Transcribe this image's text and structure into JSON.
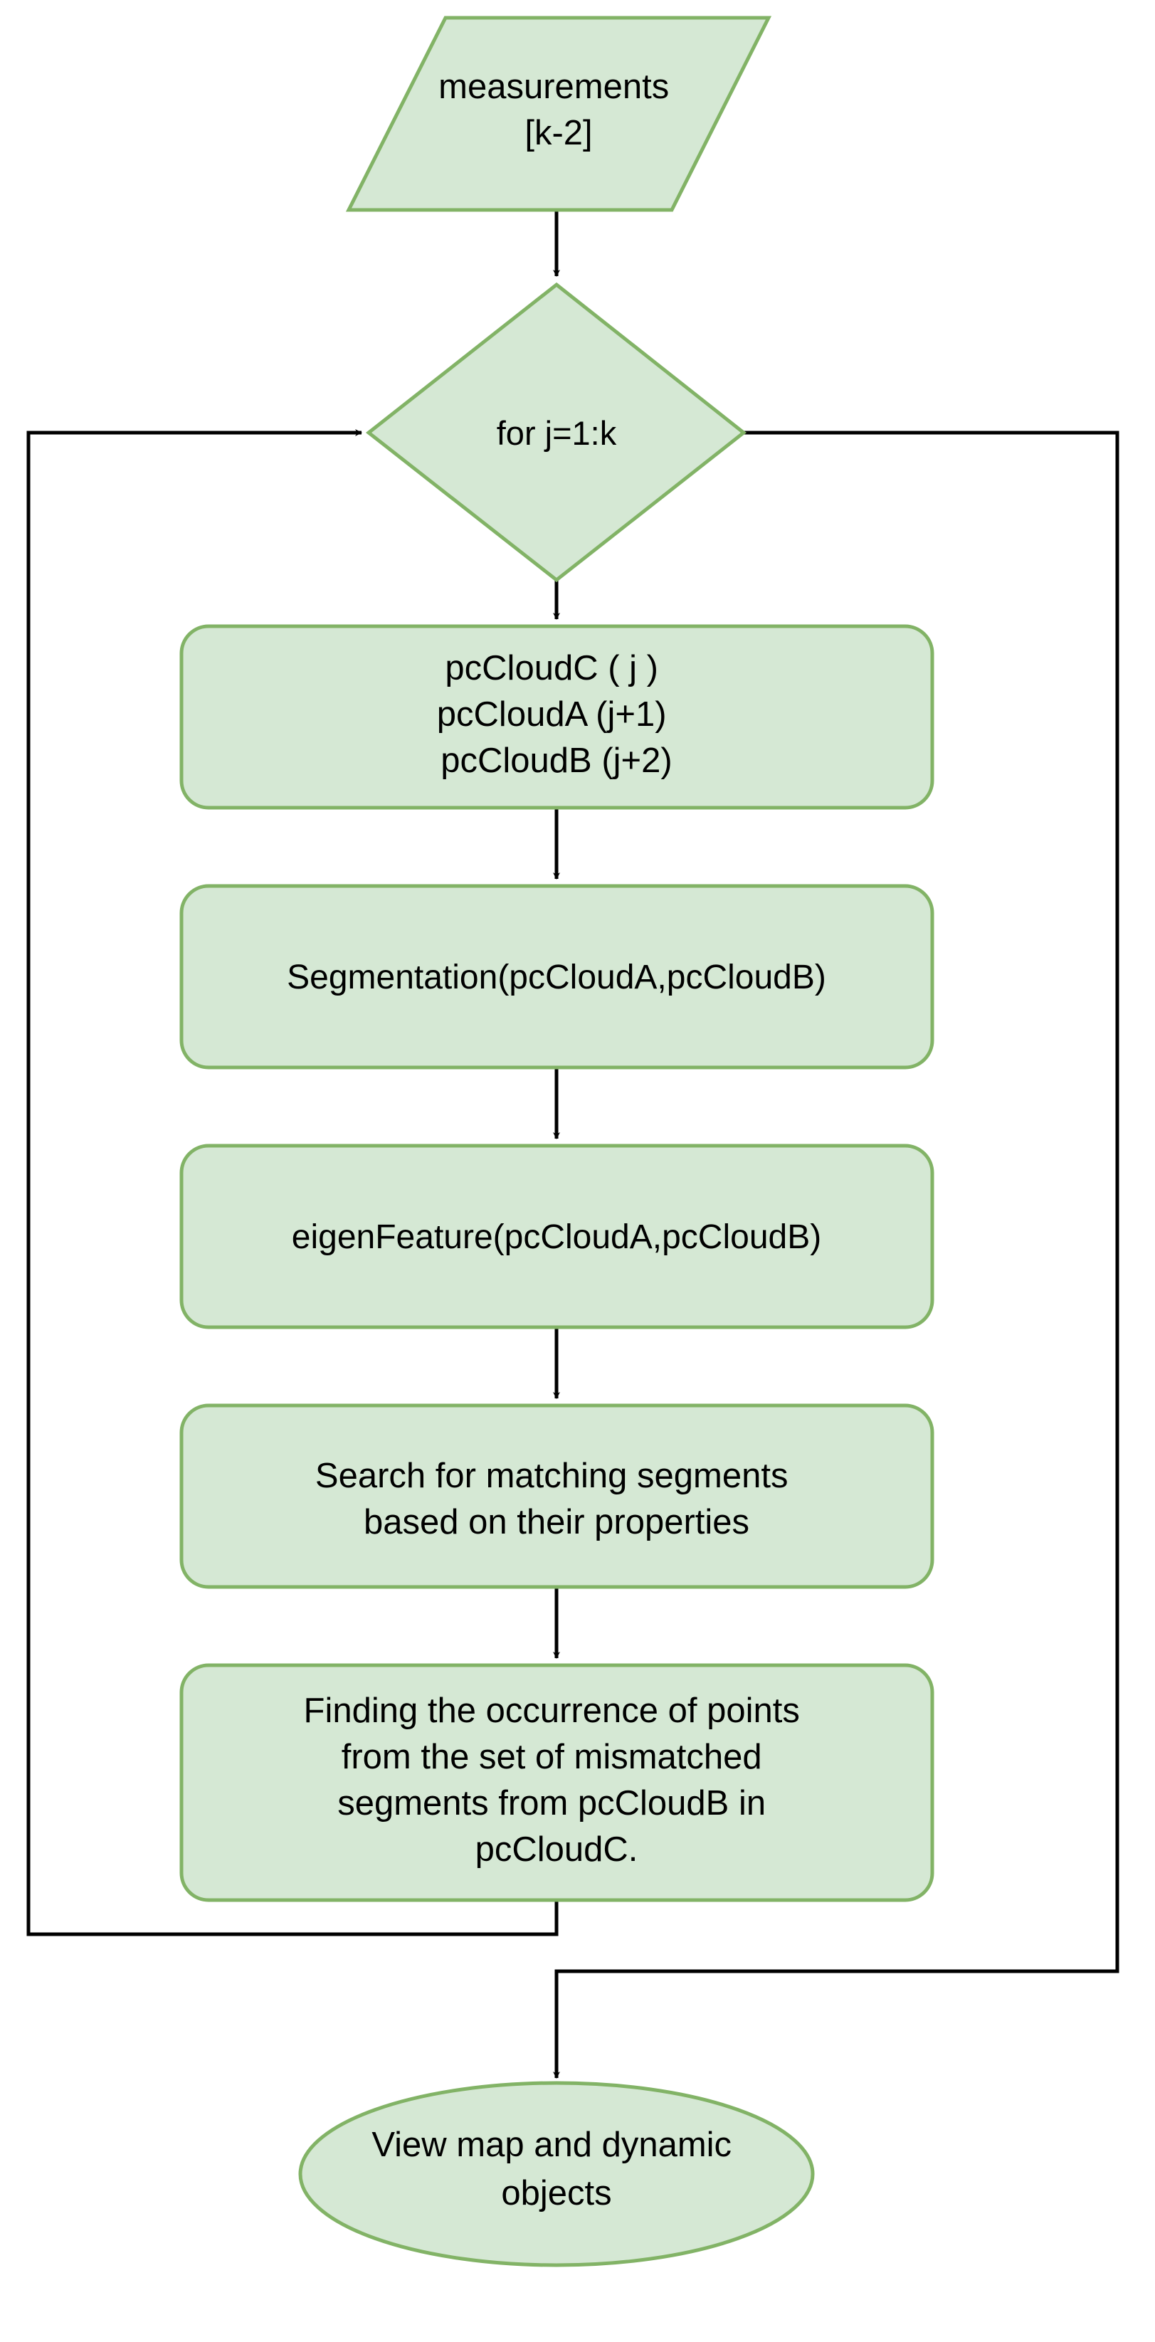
{
  "colors": {
    "node_fill": "#d5e8d4",
    "node_stroke": "#82b366",
    "edge": "#000000",
    "text": "#000000",
    "background": "#ffffff"
  },
  "nodes": {
    "input": {
      "shape": "parallelogram",
      "lines": [
        "measurements",
        "[k-2]"
      ]
    },
    "loop": {
      "shape": "diamond",
      "lines": [
        "for j=1:k"
      ]
    },
    "clouds": {
      "shape": "rounded-rect",
      "lines": [
        "pcCloudC ( j )",
        "pcCloudA (j+1)",
        "pcCloudB (j+2)"
      ]
    },
    "segmentation": {
      "shape": "rounded-rect",
      "lines": [
        "Segmentation(pcCloudA,pcCloudB)"
      ]
    },
    "eigen": {
      "shape": "rounded-rect",
      "lines": [
        "eigenFeature(pcCloudA,pcCloudB)"
      ]
    },
    "search": {
      "shape": "rounded-rect",
      "lines": [
        "Search for matching segments",
        "based on their properties"
      ]
    },
    "finding": {
      "shape": "rounded-rect",
      "lines": [
        "Finding the occurrence of points",
        "from the set of mismatched",
        "segments from pcCloudB in",
        "pcCloudC."
      ]
    },
    "output": {
      "shape": "ellipse",
      "lines": [
        "View map and dynamic",
        "objects"
      ]
    }
  },
  "edges": [
    {
      "from": "input",
      "to": "loop"
    },
    {
      "from": "loop",
      "to": "clouds"
    },
    {
      "from": "clouds",
      "to": "segmentation"
    },
    {
      "from": "segmentation",
      "to": "eigen"
    },
    {
      "from": "eigen",
      "to": "search"
    },
    {
      "from": "search",
      "to": "finding"
    },
    {
      "from": "finding",
      "to": "loop",
      "kind": "loop-back"
    },
    {
      "from": "loop",
      "to": "output",
      "kind": "loop-exit"
    }
  ]
}
